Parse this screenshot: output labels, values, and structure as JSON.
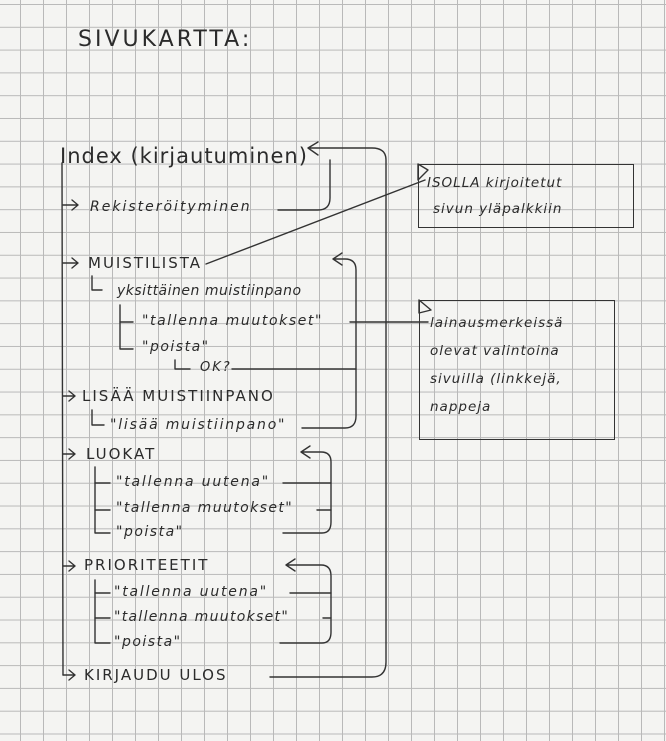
{
  "title": "SIVUKARTTA:",
  "tree": {
    "index": "Index (kirjautuminen)",
    "rekisteroityminen": "Rekisteröityminen",
    "muistilista": "MUISTILISTA",
    "yksittainen": "yksittäinen muistiinpano",
    "tallenna_muutokset_1": "\"tallenna muutokset\"",
    "poista_1": "\"poista\"",
    "ok": "OK?",
    "lisaa_muistiinpano": "LISÄÄ MUISTIINPANO",
    "lisaa_muistiinpano_btn": "\"lisää muistiinpano\"",
    "luokat": "LUOKAT",
    "luokat_tallenna_uutena": "\"tallenna uutena\"",
    "luokat_tallenna_muutokset": "\"tallenna muutokset\"",
    "luokat_poista": "\"poista\"",
    "prioriteetit": "PRIORITEETIT",
    "prio_tallenna_uutena": "\"tallenna uutena\"",
    "prio_tallenna_muutokset": "\"tallenna muutokset\"",
    "prio_poista": "\"poista\"",
    "kirjaudu_ulos": "KIRJAUDU ULOS"
  },
  "notes": {
    "isolla_line1": "ISOLLA kirjoitetut",
    "isolla_line2": "sivun yläpalkkiin",
    "lainaus_line1": "lainausmerkeissä",
    "lainaus_line2": "olevat valintoina",
    "lainaus_line3": "sivuilla (linkkejä,",
    "lainaus_line4": "nappeja"
  }
}
